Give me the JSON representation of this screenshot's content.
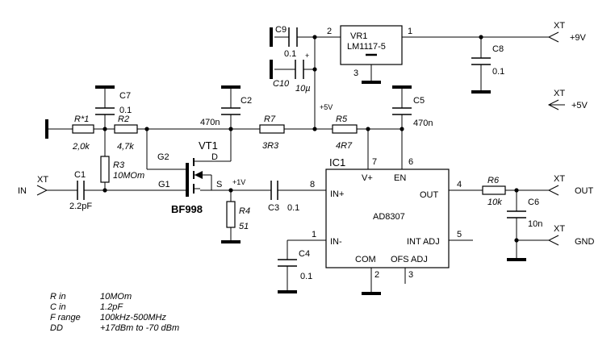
{
  "connectors": {
    "xt": "XT",
    "in": "IN",
    "out": "OUT",
    "gnd": "GND",
    "v9": "+9V",
    "v5": "+5V"
  },
  "components": {
    "c1": {
      "ref": "C1",
      "value": "2.2pF"
    },
    "c2": {
      "ref": "C2",
      "value": "470n"
    },
    "c3": {
      "ref": "C3",
      "value": "0.1"
    },
    "c4": {
      "ref": "C4",
      "value": "0.1"
    },
    "c5": {
      "ref": "C5",
      "value": "470n"
    },
    "c6": {
      "ref": "C6",
      "value": "10n"
    },
    "c7": {
      "ref": "C7",
      "value": "0.1"
    },
    "c8": {
      "ref": "C8",
      "value": "0.1"
    },
    "c9": {
      "ref": "C9",
      "value": "0.1"
    },
    "c10": {
      "ref": "C10",
      "value": "10µ"
    },
    "r1": {
      "ref": "R*1",
      "value": "2,0k"
    },
    "r2": {
      "ref": "R2",
      "value": "4,7k"
    },
    "r3": {
      "ref": "R3",
      "value": "10MOm"
    },
    "r4": {
      "ref": "R4",
      "value": "51"
    },
    "r5": {
      "ref": "R5",
      "value": "4R7"
    },
    "r6": {
      "ref": "R6",
      "value": "10k"
    },
    "r7": {
      "ref": "R7",
      "value": "3R3"
    },
    "vr1": {
      "ref": "VR1",
      "part": "LM1117-5",
      "pin1": "1",
      "pin2": "2",
      "pin3": "3"
    },
    "vt1": {
      "ref": "VT1",
      "part": "BF998",
      "g1": "G1",
      "g2": "G2",
      "d": "D",
      "s": "S",
      "src_v": "+1V"
    },
    "ic1": {
      "ref": "IC1",
      "part": "AD8307",
      "pins": {
        "in_plus": "IN+",
        "in_minus": "IN-",
        "out": "OUT",
        "vplus": "V+",
        "en": "EN",
        "int_adj": "INT ADJ",
        "com": "COM",
        "ofs_adj": "OFS ADJ"
      },
      "pin_numbers": {
        "p1": "1",
        "p2": "2",
        "p3": "3",
        "p4": "4",
        "p5": "5",
        "p6": "6",
        "p7": "7",
        "p8": "8"
      }
    }
  },
  "labels": {
    "plus5v": "+5V",
    "plus": "+"
  },
  "specs": [
    {
      "name": "R in",
      "value": "10MOm"
    },
    {
      "name": "C in",
      "value": "1.2pF"
    },
    {
      "name": "F range",
      "value": "100kHz-500MHz"
    },
    {
      "name": "DD",
      "value": "+17dBm to -70 dBm"
    }
  ]
}
